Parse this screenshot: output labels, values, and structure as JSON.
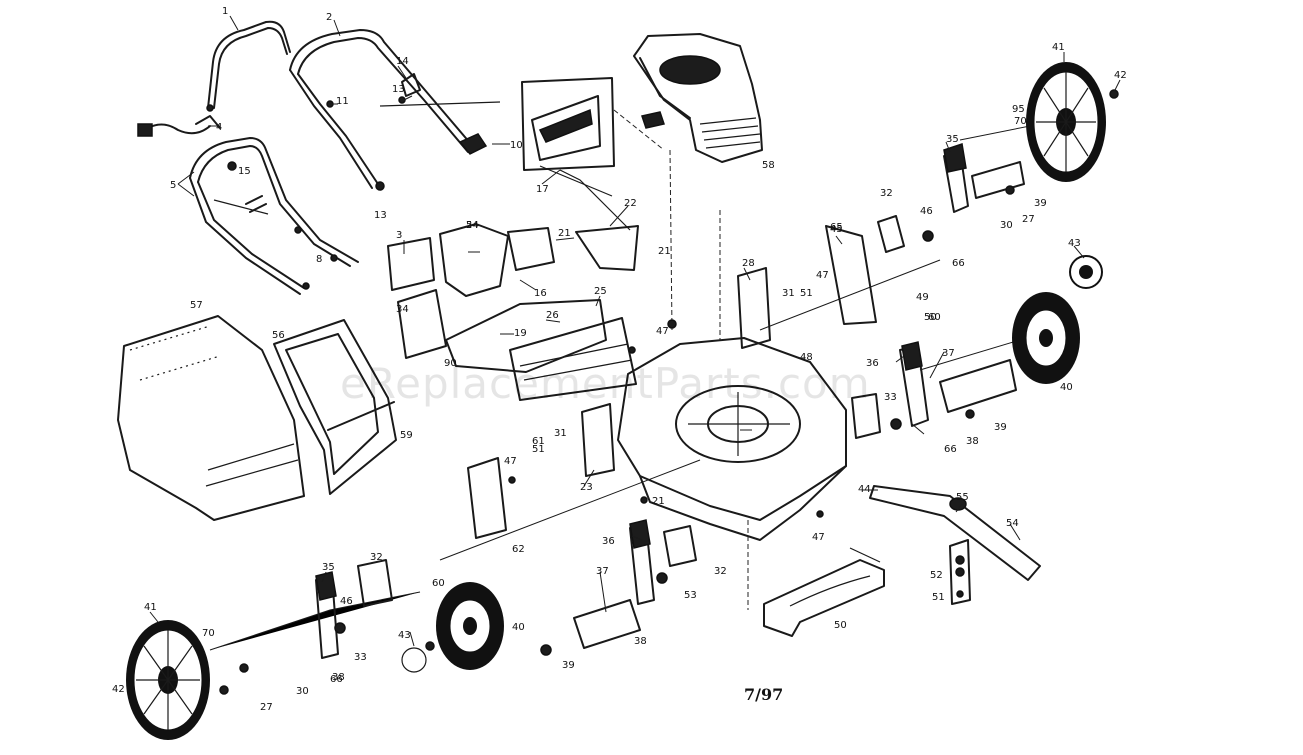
{
  "watermark": "eReplacementParts.com",
  "date_code": "7/97",
  "callouts": [
    {
      "id": "c1",
      "text": "1"
    },
    {
      "id": "c2",
      "text": "2"
    },
    {
      "id": "c3",
      "text": "3"
    },
    {
      "id": "c4",
      "text": "4"
    },
    {
      "id": "c5",
      "text": "5"
    },
    {
      "id": "c8",
      "text": "8"
    },
    {
      "id": "c10",
      "text": "10"
    },
    {
      "id": "c11",
      "text": "11"
    },
    {
      "id": "c13a",
      "text": "13"
    },
    {
      "id": "c13b",
      "text": "13"
    },
    {
      "id": "c14",
      "text": "14"
    },
    {
      "id": "c15",
      "text": "15"
    },
    {
      "id": "c16",
      "text": "16"
    },
    {
      "id": "c17",
      "text": "17"
    },
    {
      "id": "c19",
      "text": "19"
    },
    {
      "id": "c21a",
      "text": "21"
    },
    {
      "id": "c21b",
      "text": "21"
    },
    {
      "id": "c21c",
      "text": "21"
    },
    {
      "id": "c22",
      "text": "22"
    },
    {
      "id": "c23",
      "text": "23"
    },
    {
      "id": "c24",
      "text": "24"
    },
    {
      "id": "c25",
      "text": "25"
    },
    {
      "id": "c26",
      "text": "26"
    },
    {
      "id": "c27a",
      "text": "27"
    },
    {
      "id": "c27b",
      "text": "27"
    },
    {
      "id": "c28",
      "text": "28"
    },
    {
      "id": "c30a",
      "text": "30"
    },
    {
      "id": "c30b",
      "text": "30"
    },
    {
      "id": "c31a",
      "text": "31"
    },
    {
      "id": "c31b",
      "text": "31"
    },
    {
      "id": "c32a",
      "text": "32"
    },
    {
      "id": "c32b",
      "text": "32"
    },
    {
      "id": "c32c",
      "text": "32"
    },
    {
      "id": "c33a",
      "text": "33"
    },
    {
      "id": "c33b",
      "text": "33"
    },
    {
      "id": "c34",
      "text": "34"
    },
    {
      "id": "c35a",
      "text": "35"
    },
    {
      "id": "c35b",
      "text": "35"
    },
    {
      "id": "c36a",
      "text": "36"
    },
    {
      "id": "c36b",
      "text": "36"
    },
    {
      "id": "c37a",
      "text": "37"
    },
    {
      "id": "c37b",
      "text": "37"
    },
    {
      "id": "c38a",
      "text": "38"
    },
    {
      "id": "c38b",
      "text": "38"
    },
    {
      "id": "c38c",
      "text": "38"
    },
    {
      "id": "c39a",
      "text": "39"
    },
    {
      "id": "c39b",
      "text": "39"
    },
    {
      "id": "c39c",
      "text": "39"
    },
    {
      "id": "c40a",
      "text": "40"
    },
    {
      "id": "c40b",
      "text": "40"
    },
    {
      "id": "c41a",
      "text": "41"
    },
    {
      "id": "c41b",
      "text": "41"
    },
    {
      "id": "c42a",
      "text": "42"
    },
    {
      "id": "c42b",
      "text": "42"
    },
    {
      "id": "c43a",
      "text": "43"
    },
    {
      "id": "c43b",
      "text": "43"
    },
    {
      "id": "c44",
      "text": "44"
    },
    {
      "id": "c45",
      "text": "45"
    },
    {
      "id": "c46a",
      "text": "46"
    },
    {
      "id": "c46b",
      "text": "46"
    },
    {
      "id": "c47a",
      "text": "47"
    },
    {
      "id": "c47b",
      "text": "47"
    },
    {
      "id": "c47c",
      "text": "47"
    },
    {
      "id": "c47d",
      "text": "47"
    },
    {
      "id": "c48",
      "text": "48"
    },
    {
      "id": "c49",
      "text": "49"
    },
    {
      "id": "c50a",
      "text": "50"
    },
    {
      "id": "c50b",
      "text": "50"
    },
    {
      "id": "c51a",
      "text": "51"
    },
    {
      "id": "c51b",
      "text": "51"
    },
    {
      "id": "c51c",
      "text": "51"
    },
    {
      "id": "c52",
      "text": "52"
    },
    {
      "id": "c53",
      "text": "53"
    },
    {
      "id": "c54a",
      "text": "54"
    },
    {
      "id": "c54b",
      "text": "54"
    },
    {
      "id": "c55",
      "text": "55"
    },
    {
      "id": "c56",
      "text": "56"
    },
    {
      "id": "c57",
      "text": "57"
    },
    {
      "id": "c58",
      "text": "58"
    },
    {
      "id": "c59",
      "text": "59"
    },
    {
      "id": "c60a",
      "text": "60"
    },
    {
      "id": "c60b",
      "text": "60"
    },
    {
      "id": "c61",
      "text": "61"
    },
    {
      "id": "c62",
      "text": "62"
    },
    {
      "id": "c65",
      "text": "65"
    },
    {
      "id": "c66a",
      "text": "66"
    },
    {
      "id": "c66b",
      "text": "66"
    },
    {
      "id": "c66c",
      "text": "66"
    },
    {
      "id": "c70a",
      "text": "70"
    },
    {
      "id": "c70b",
      "text": "70"
    },
    {
      "id": "c90",
      "text": "90"
    },
    {
      "id": "c95",
      "text": "95"
    }
  ]
}
